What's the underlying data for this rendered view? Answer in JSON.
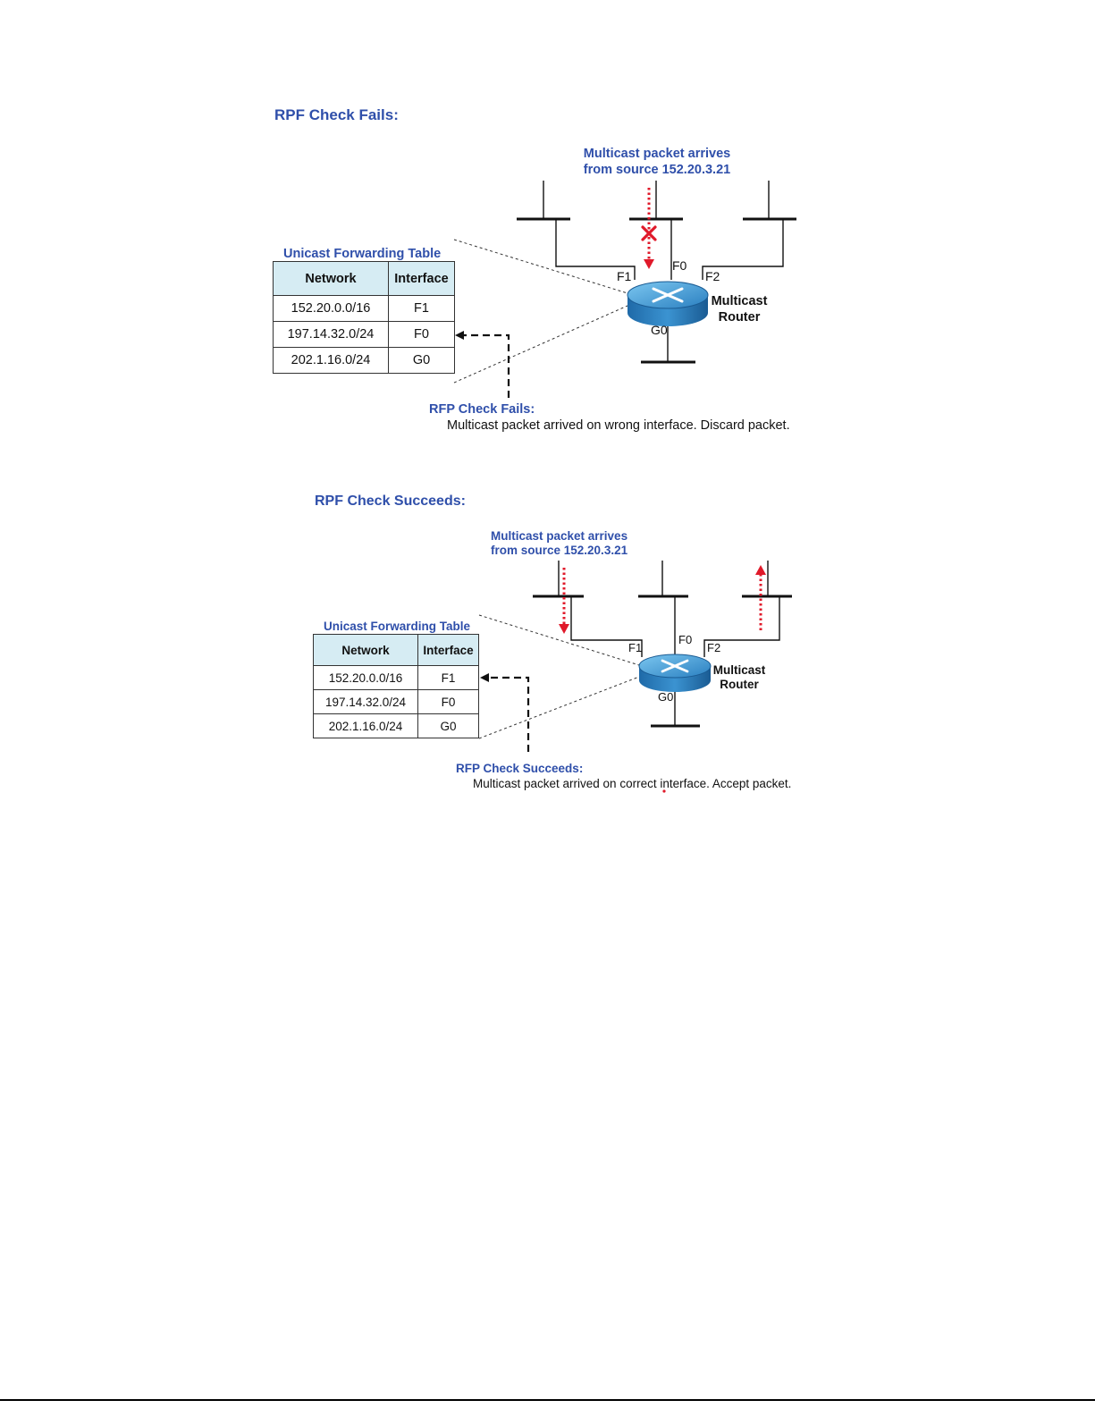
{
  "fails": {
    "heading": "RPF Check Fails:",
    "arrives_line1": "Multicast packet arrives",
    "arrives_line2": "from source 152.20.3.21",
    "table_title": "Unicast Forwarding Table",
    "table_header": [
      "Network",
      "Interface"
    ],
    "table_rows": [
      [
        "152.20.0.0/16",
        "F1"
      ],
      [
        "197.14.32.0/24",
        "F0"
      ],
      [
        "202.1.16.0/24",
        "G0"
      ]
    ],
    "ports": {
      "f1": "F1",
      "f0": "F0",
      "f2": "F2",
      "g0": "G0"
    },
    "router_line1": "Multicast",
    "router_line2": "Router",
    "result_title": "RFP Check Fails:",
    "result_text": "Multicast packet arrived on wrong  interface. Discard packet."
  },
  "succeeds": {
    "heading": "RPF Check Succeeds:",
    "arrives_line1": "Multicast packet arrives",
    "arrives_line2": "from source 152.20.3.21",
    "table_title": "Unicast Forwarding Table",
    "table_header": [
      "Network",
      "Interface"
    ],
    "table_rows": [
      [
        "152.20.0.0/16",
        "F1"
      ],
      [
        "197.14.32.0/24",
        "F0"
      ],
      [
        "202.1.16.0/24",
        "G0"
      ]
    ],
    "ports": {
      "f1": "F1",
      "f0": "F0",
      "f2": "F2",
      "g0": "G0"
    },
    "router_line1": "Multicast",
    "router_line2": "Router",
    "result_title": "RFP Check Succeeds:",
    "result_text": "Multicast packet arrived on correct interface. Accept packet."
  },
  "colors": {
    "title_blue": "#2f4faa",
    "packet_red": "#e0192a",
    "router_blue": "#2a7fc0",
    "table_header_bg": "#d6ecf3"
  },
  "icons": {
    "router": "router-icon",
    "reject": "x-mark-icon"
  }
}
